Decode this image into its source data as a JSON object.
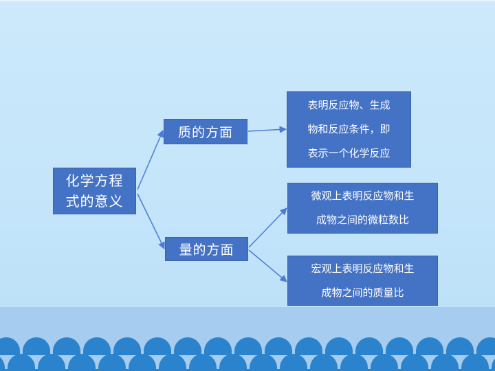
{
  "diagram": {
    "root": {
      "line1": "化学方程",
      "line2": "式的意义"
    },
    "branches": [
      {
        "label": "质的方面"
      },
      {
        "label": "量的方面"
      }
    ],
    "leaves": [
      {
        "lines": [
          "表明反应物、生成",
          "物和反应条件，即",
          "表示一个化学反应"
        ]
      },
      {
        "lines": [
          "微观上表明反应物和生",
          "成物之间的微粒数比"
        ]
      },
      {
        "lines": [
          "宏观上表明反应物和生",
          "成物之间的质量比"
        ]
      }
    ]
  },
  "colors": {
    "background": "#c3e4fa",
    "box_fill": "#4472c4",
    "box_text": "#ffffff",
    "connector": "#4a7bd6",
    "bottom_band": "#a6cdf0",
    "wave_fill": "#2a83cc"
  }
}
